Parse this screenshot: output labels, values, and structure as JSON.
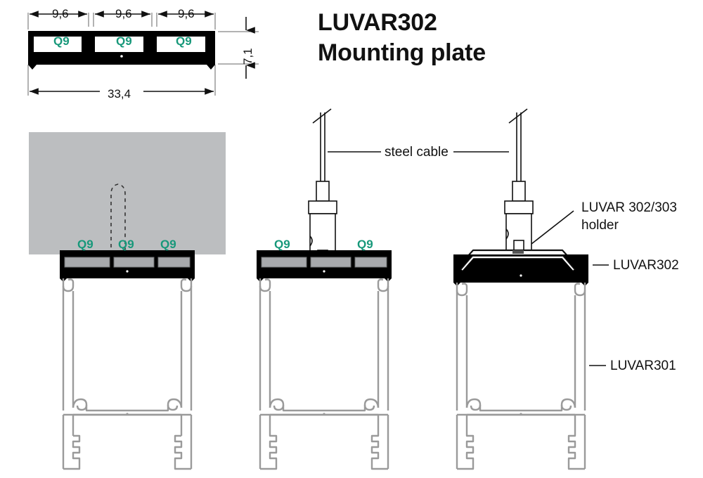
{
  "title": {
    "line1": "LUVAR302",
    "line2": "Mounting plate"
  },
  "colors": {
    "profile_black": "#000000",
    "profile_gray": "#9a9a9a",
    "channel_fill": "#a7a9ac",
    "ceiling_gray": "#bcbec0",
    "q9_teal": "#17987a",
    "line": "#111111"
  },
  "dimensions": {
    "segment_1": "9,6",
    "segment_2": "9,6",
    "segment_3": "9,6",
    "total_width": "33,4",
    "height": "7,1"
  },
  "q9_labels": {
    "top_1": "Q9",
    "top_2": "Q9",
    "top_3": "Q9",
    "left_1": "Q9",
    "left_2": "Q9",
    "left_3": "Q9",
    "mid_1": "Q9",
    "mid_2": "Q9"
  },
  "callouts": {
    "steel_cable": "steel cable",
    "holder": "LUVAR 302/303",
    "holder_2": "holder",
    "luvar302": "LUVAR302",
    "luvar301": "LUVAR301"
  },
  "figures": [
    {
      "name": "cross-section-detail",
      "caption": ""
    },
    {
      "name": "ceiling-mount-view",
      "caption": ""
    },
    {
      "name": "direct-cable-view",
      "caption": ""
    },
    {
      "name": "holder-cable-view",
      "caption": ""
    }
  ]
}
